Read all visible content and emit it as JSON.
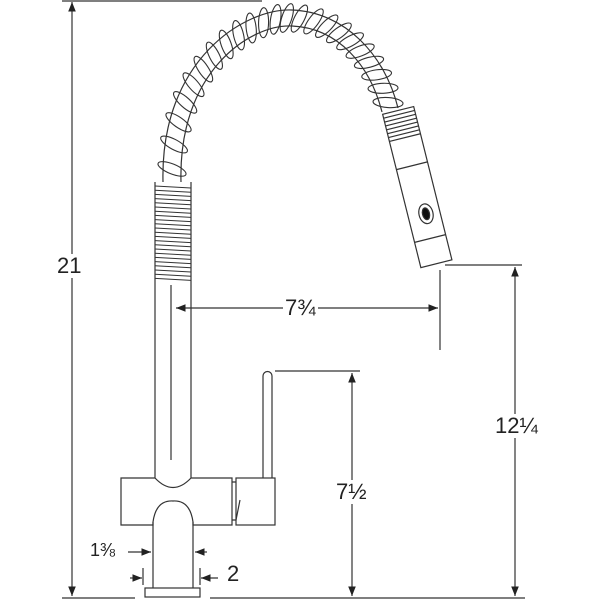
{
  "dimensions": {
    "total_height": "21",
    "spout_reach": "7¾",
    "spout_height": "12¼",
    "handle_height": "7½",
    "shank_diameter": "1⅜",
    "base_diameter": "2"
  },
  "colors": {
    "line": "#333333",
    "background": "#ffffff"
  }
}
